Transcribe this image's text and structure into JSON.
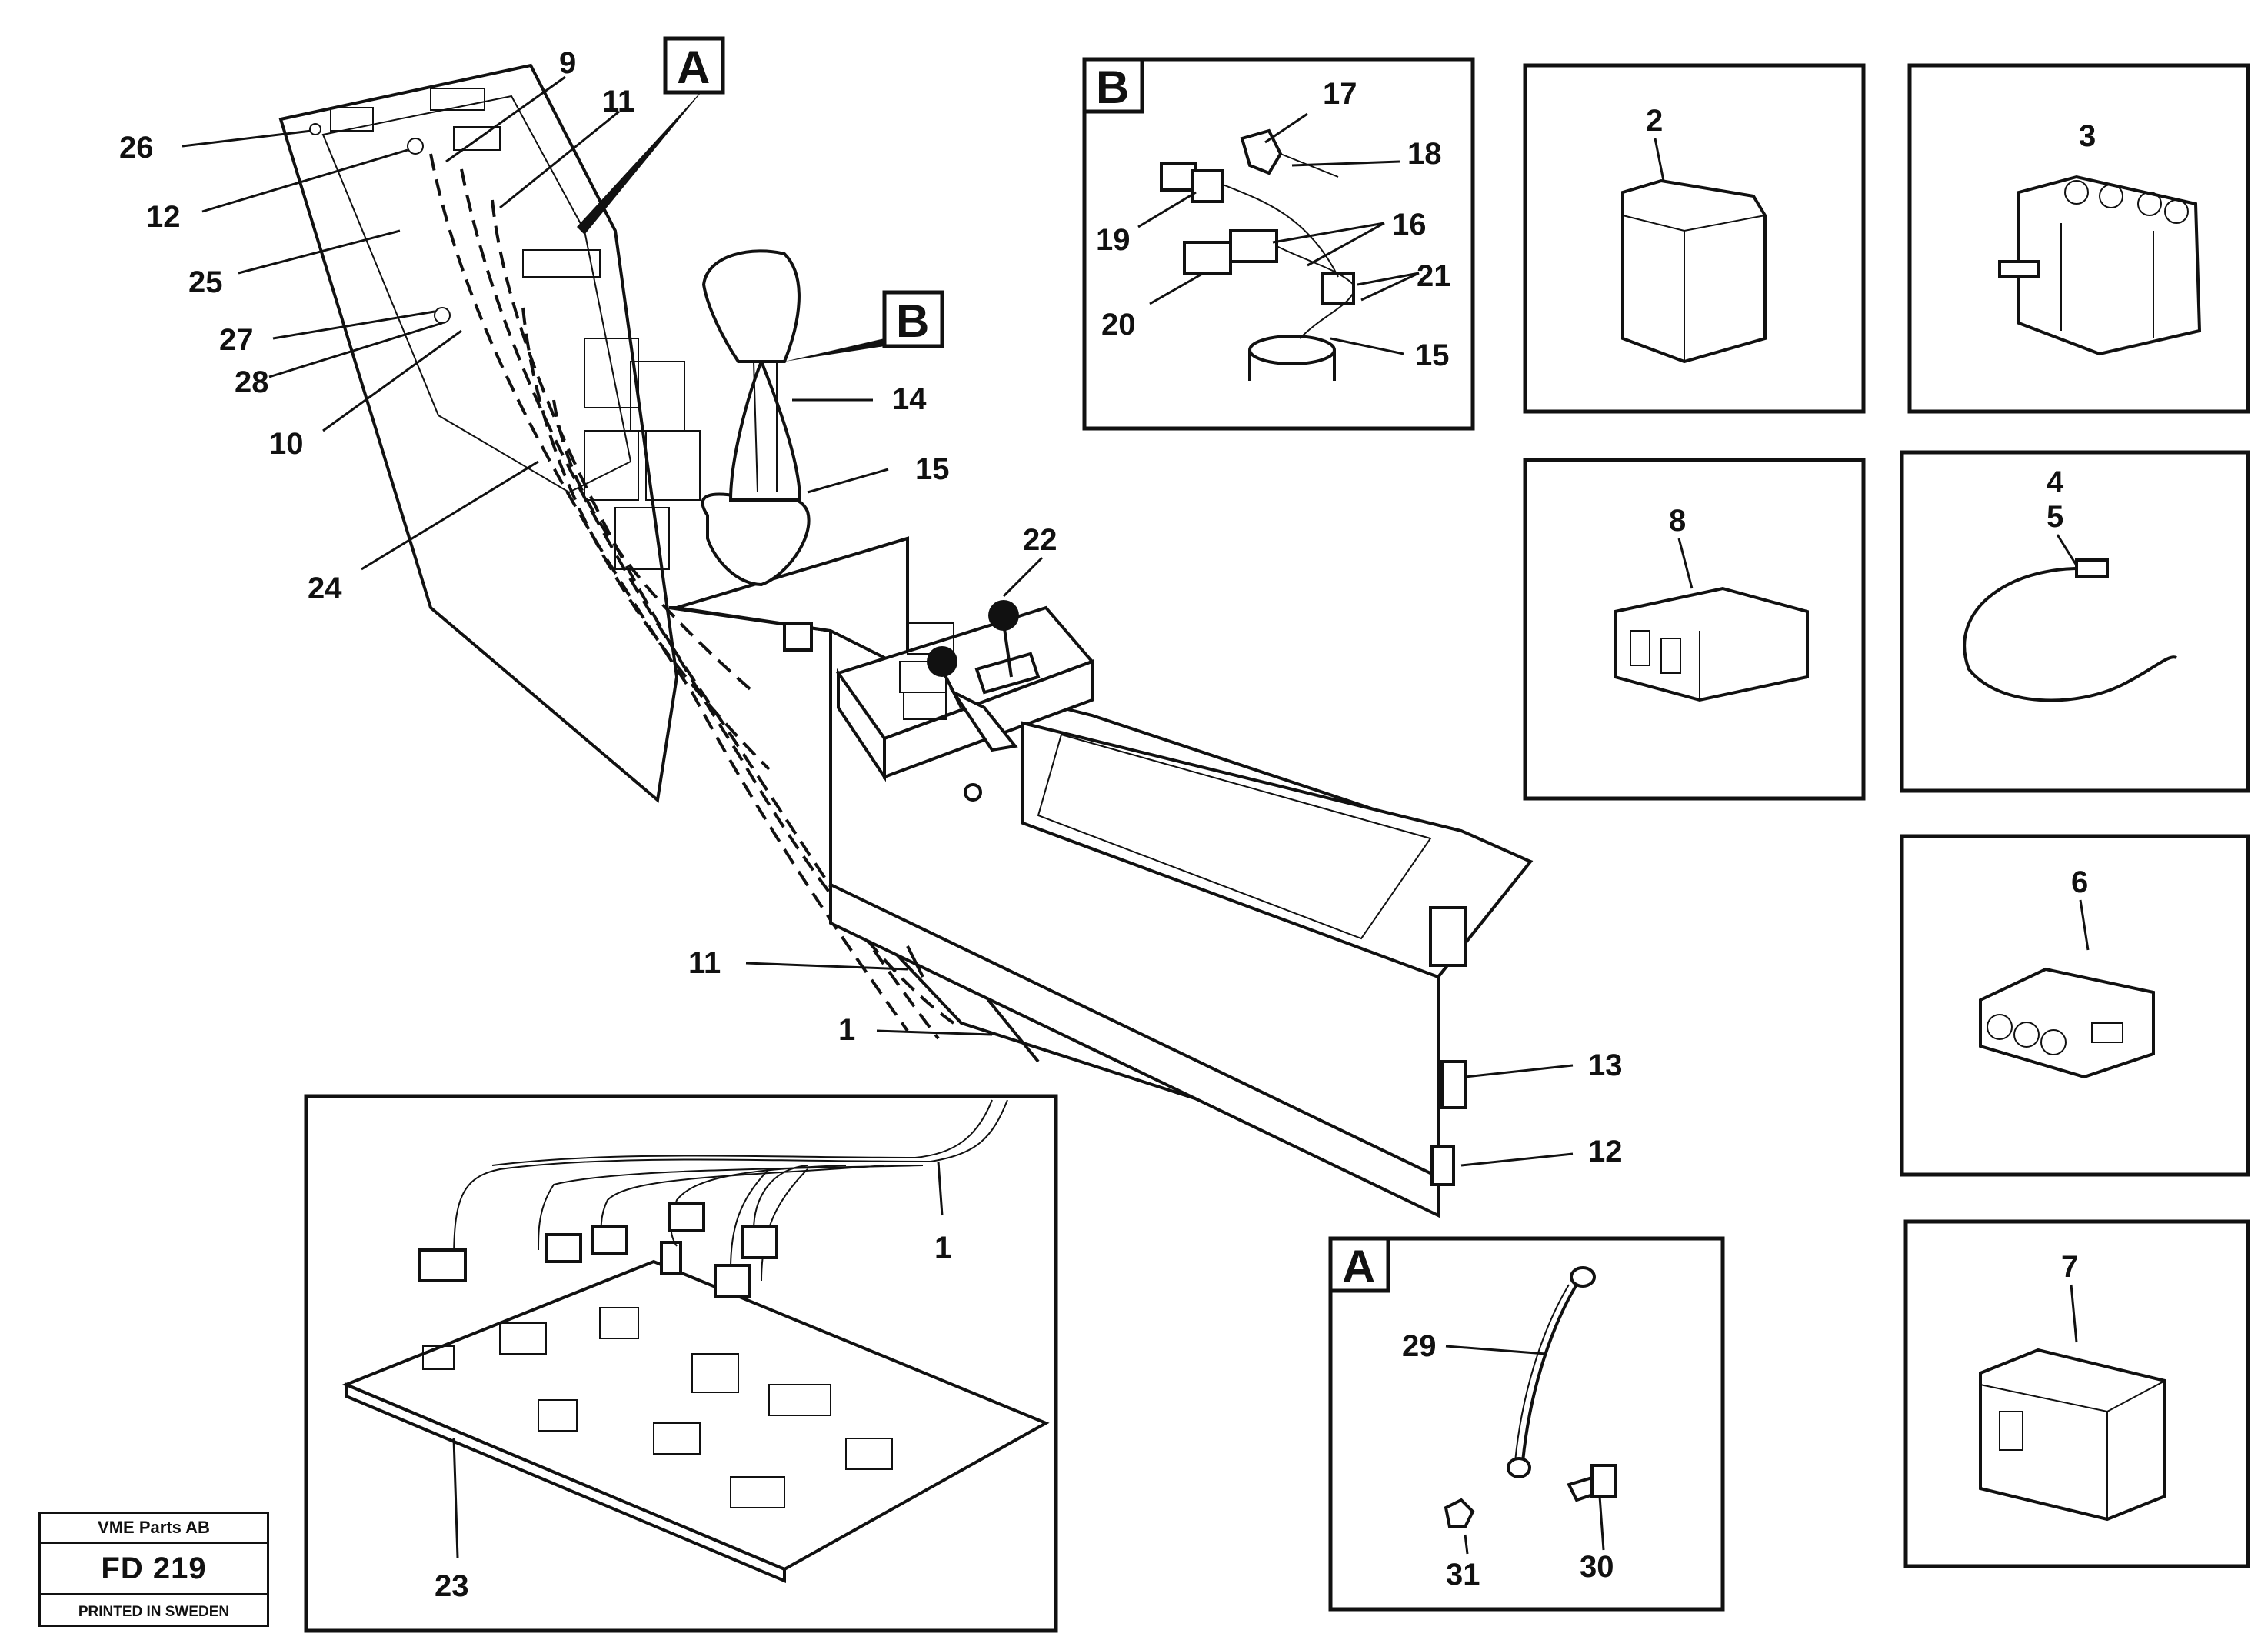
{
  "callouts": {
    "n26": "26",
    "n12a": "12",
    "n25": "25",
    "n27": "27",
    "n28": "28",
    "n10": "10",
    "n24": "24",
    "n9": "9",
    "n11a": "11",
    "n14": "14",
    "n15a": "15",
    "n22": "22",
    "n11b": "11",
    "n1a": "1",
    "n13": "13",
    "n12b": "12",
    "n1b": "1",
    "n23": "23",
    "n17": "17",
    "n18": "18",
    "n16": "16",
    "n19": "19",
    "n20": "20",
    "n21": "21",
    "n15b": "15",
    "n2": "2",
    "n3": "3",
    "n8": "8",
    "n4": "4",
    "n5": "5",
    "n6": "6",
    "n7": "7",
    "n29": "29",
    "n30": "30",
    "n31": "31"
  },
  "view_tags": {
    "a_main": "A",
    "b_main": "B",
    "b_detail": "B",
    "a_detail": "A"
  },
  "stamp": {
    "company": "VME Parts AB",
    "code": "FD 219",
    "printed": "PRINTED IN SWEDEN"
  }
}
